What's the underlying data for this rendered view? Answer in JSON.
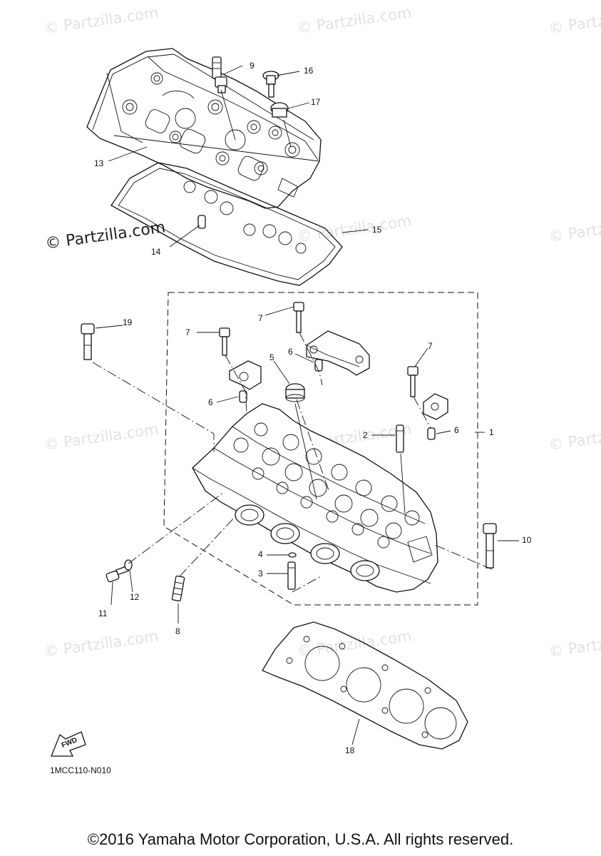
{
  "watermark": {
    "text": "© Partzilla.com",
    "repeat": [
      "© Partzilla.com",
      "© Partzilla.com",
      "© Partzilla.com",
      "© Partzilla.com",
      "© Partzilla.com",
      "© Partzilla.com",
      "© Partzilla.com",
      "© Partzilla.com",
      "© Partzilla.com",
      "© Partzilla.com",
      "© Partzilla.com"
    ]
  },
  "callouts": [
    "1",
    "2",
    "3",
    "4",
    "5",
    "6",
    "6",
    "6",
    "7",
    "7",
    "7",
    "8",
    "9",
    "10",
    "11",
    "12",
    "13",
    "14",
    "15",
    "16",
    "17",
    "18",
    "19"
  ],
  "fwd_label": "FWD",
  "diagram_code": "1MCC110-N010",
  "copyright": "©2016 Yamaha Motor Corporation, U.S.A. All rights reserved."
}
